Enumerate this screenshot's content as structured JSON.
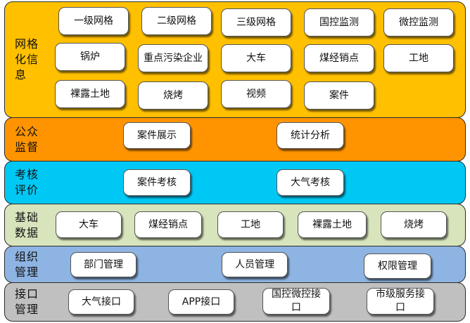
{
  "layers": [
    {
      "id": "grid",
      "title": "网格化信息",
      "color": "#ffc000",
      "items": [
        "一级网格",
        "二级网格",
        "三级网格",
        "国控监测",
        "微控监测",
        "锅炉",
        "重点污染企业",
        "大车",
        "煤经销点",
        "工地",
        "裸露土地",
        "烧烤",
        "视频",
        "案件"
      ]
    },
    {
      "id": "public",
      "title": "公众监督",
      "color": "#ff9400",
      "items": [
        "案件展示",
        "统计分析"
      ]
    },
    {
      "id": "assess",
      "title": "考核评价",
      "color": "#00c8f5",
      "items": [
        "案件考核",
        "大气考核"
      ]
    },
    {
      "id": "basic",
      "title": "基础数据",
      "color": "#d8e4bc",
      "items": [
        "大车",
        "煤经销点",
        "工地",
        "裸露土地",
        "烧烤"
      ]
    },
    {
      "id": "org",
      "title": "组织管理",
      "color": "#8db4e2",
      "items": [
        "部门管理",
        "人员管理",
        "权限管理"
      ]
    },
    {
      "id": "api",
      "title": "接口管理",
      "color": "#c0c0c0",
      "items": [
        "大气接口",
        "APP接口",
        "国控微控接口",
        "市级服务接口"
      ]
    }
  ]
}
